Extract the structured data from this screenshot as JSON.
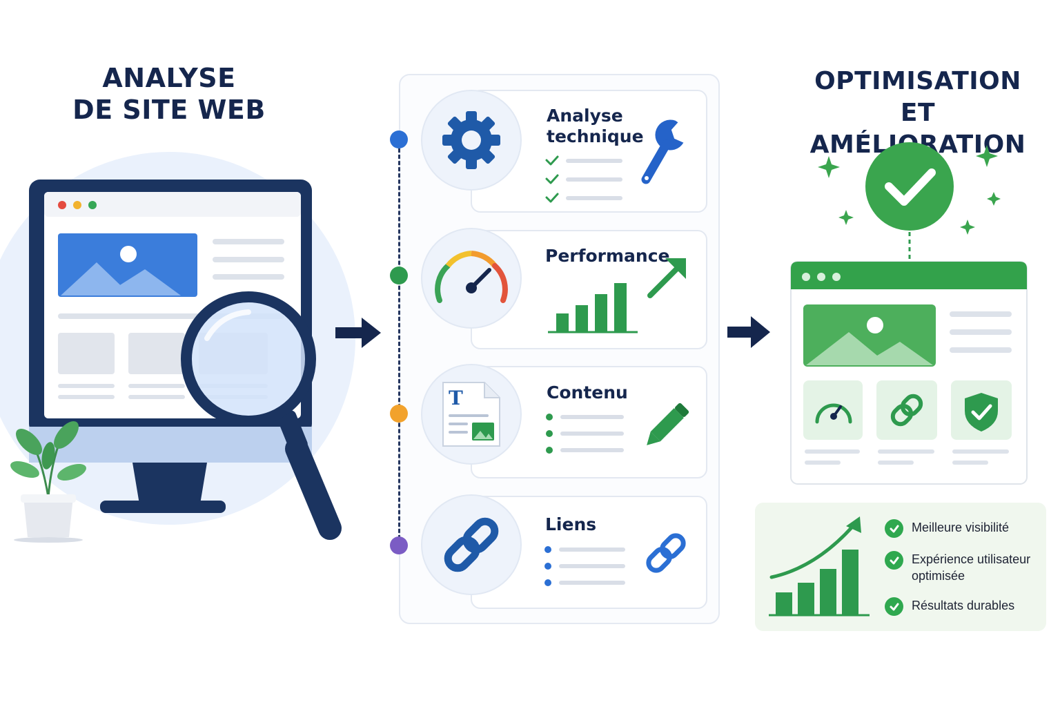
{
  "left": {
    "title_line1": "ANALYSE",
    "title_line2": "DE SITE WEB"
  },
  "steps": [
    {
      "label": "Analyse",
      "label2": "technique",
      "dot_color": "#2b6fd4",
      "icon": "gear-icon",
      "side_icon": "wrench-icon"
    },
    {
      "label": "Performance",
      "dot_color": "#2e9a4e",
      "icon": "speedometer-icon",
      "side_icon": "trend-up-arrow-icon"
    },
    {
      "label": "Contenu",
      "dot_color": "#f2a22c",
      "icon": "document-icon",
      "side_icon": "pencil-icon"
    },
    {
      "label": "Liens",
      "dot_color": "#7b5cc4",
      "icon": "link-icon",
      "side_icon": "link-icon"
    }
  ],
  "right": {
    "title_line1": "OPTIMISATION",
    "title_line2": "ET AMÉLIORATION"
  },
  "benefits": [
    {
      "text": "Meilleure visibilité"
    },
    {
      "text": "Expérience utilisateur optimisée"
    },
    {
      "text": "Résultats durables"
    }
  ],
  "colors": {
    "navy": "#15264d",
    "blue": "#2b6fd4",
    "green": "#2fa84f",
    "orange": "#f2a22c",
    "purple": "#7b5cc4"
  }
}
